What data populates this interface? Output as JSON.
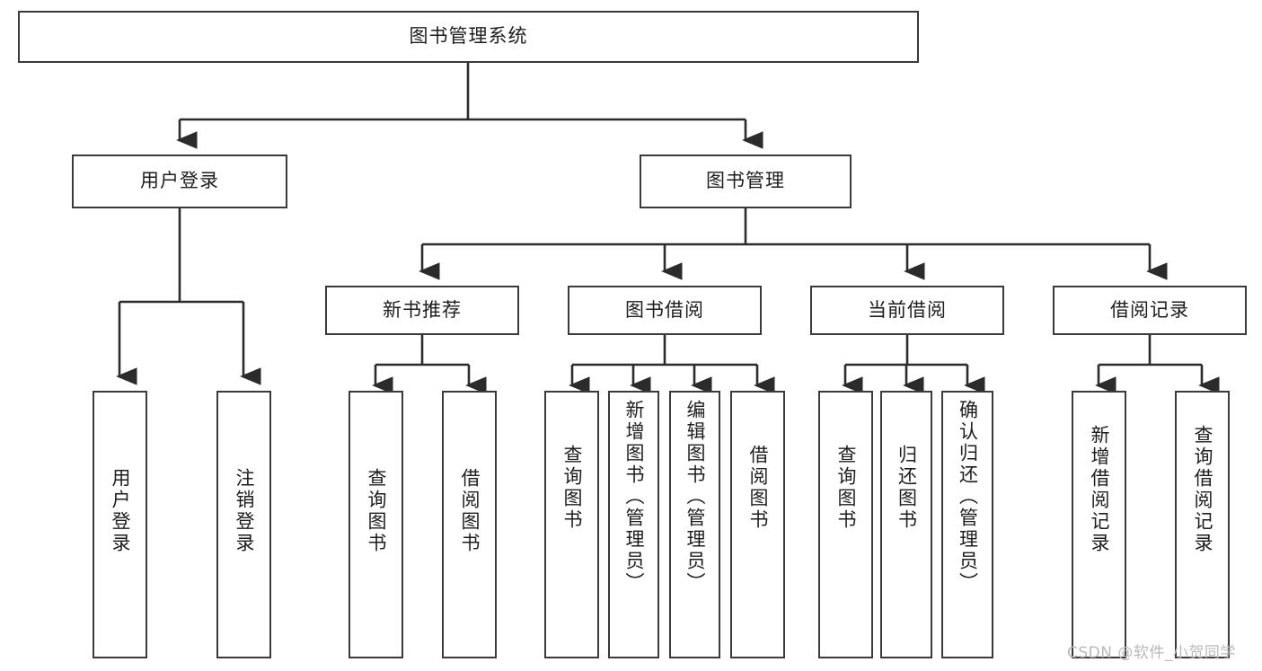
{
  "diagram": {
    "title": "图书管理系统",
    "type": "tree-hierarchy",
    "watermark": "CSDN @软件_小贺同学",
    "colors": {
      "box_border": "#3a3a3a",
      "box_fill": "#ffffff",
      "edge": "#2b2b2b",
      "text": "#1d1d1d",
      "watermark": "#b9b9b9"
    },
    "root": {
      "label": "图书管理系统"
    },
    "level2": [
      {
        "label": "用户登录"
      },
      {
        "label": "图书管理"
      }
    ],
    "level3": [
      {
        "label": "新书推荐"
      },
      {
        "label": "图书借阅"
      },
      {
        "label": "当前借阅"
      },
      {
        "label": "借阅记录"
      }
    ],
    "leaves": {
      "user_login": [
        {
          "label": "用户登录"
        },
        {
          "label": "注销登录"
        }
      ],
      "new_book_recommend": [
        {
          "label": "查询图书"
        },
        {
          "label": "借阅图书"
        }
      ],
      "book_borrow": [
        {
          "label": "查询图书"
        },
        {
          "label": "新增图书（管理员）"
        },
        {
          "label": "编辑图书（管理员）"
        },
        {
          "label": "借阅图书"
        }
      ],
      "current_borrow": [
        {
          "label": "查询图书"
        },
        {
          "label": "归还图书"
        },
        {
          "label": "确认归还（管理员）"
        }
      ],
      "borrow_record": [
        {
          "label": "新增借阅记录"
        },
        {
          "label": "查询借阅记录"
        }
      ]
    }
  }
}
